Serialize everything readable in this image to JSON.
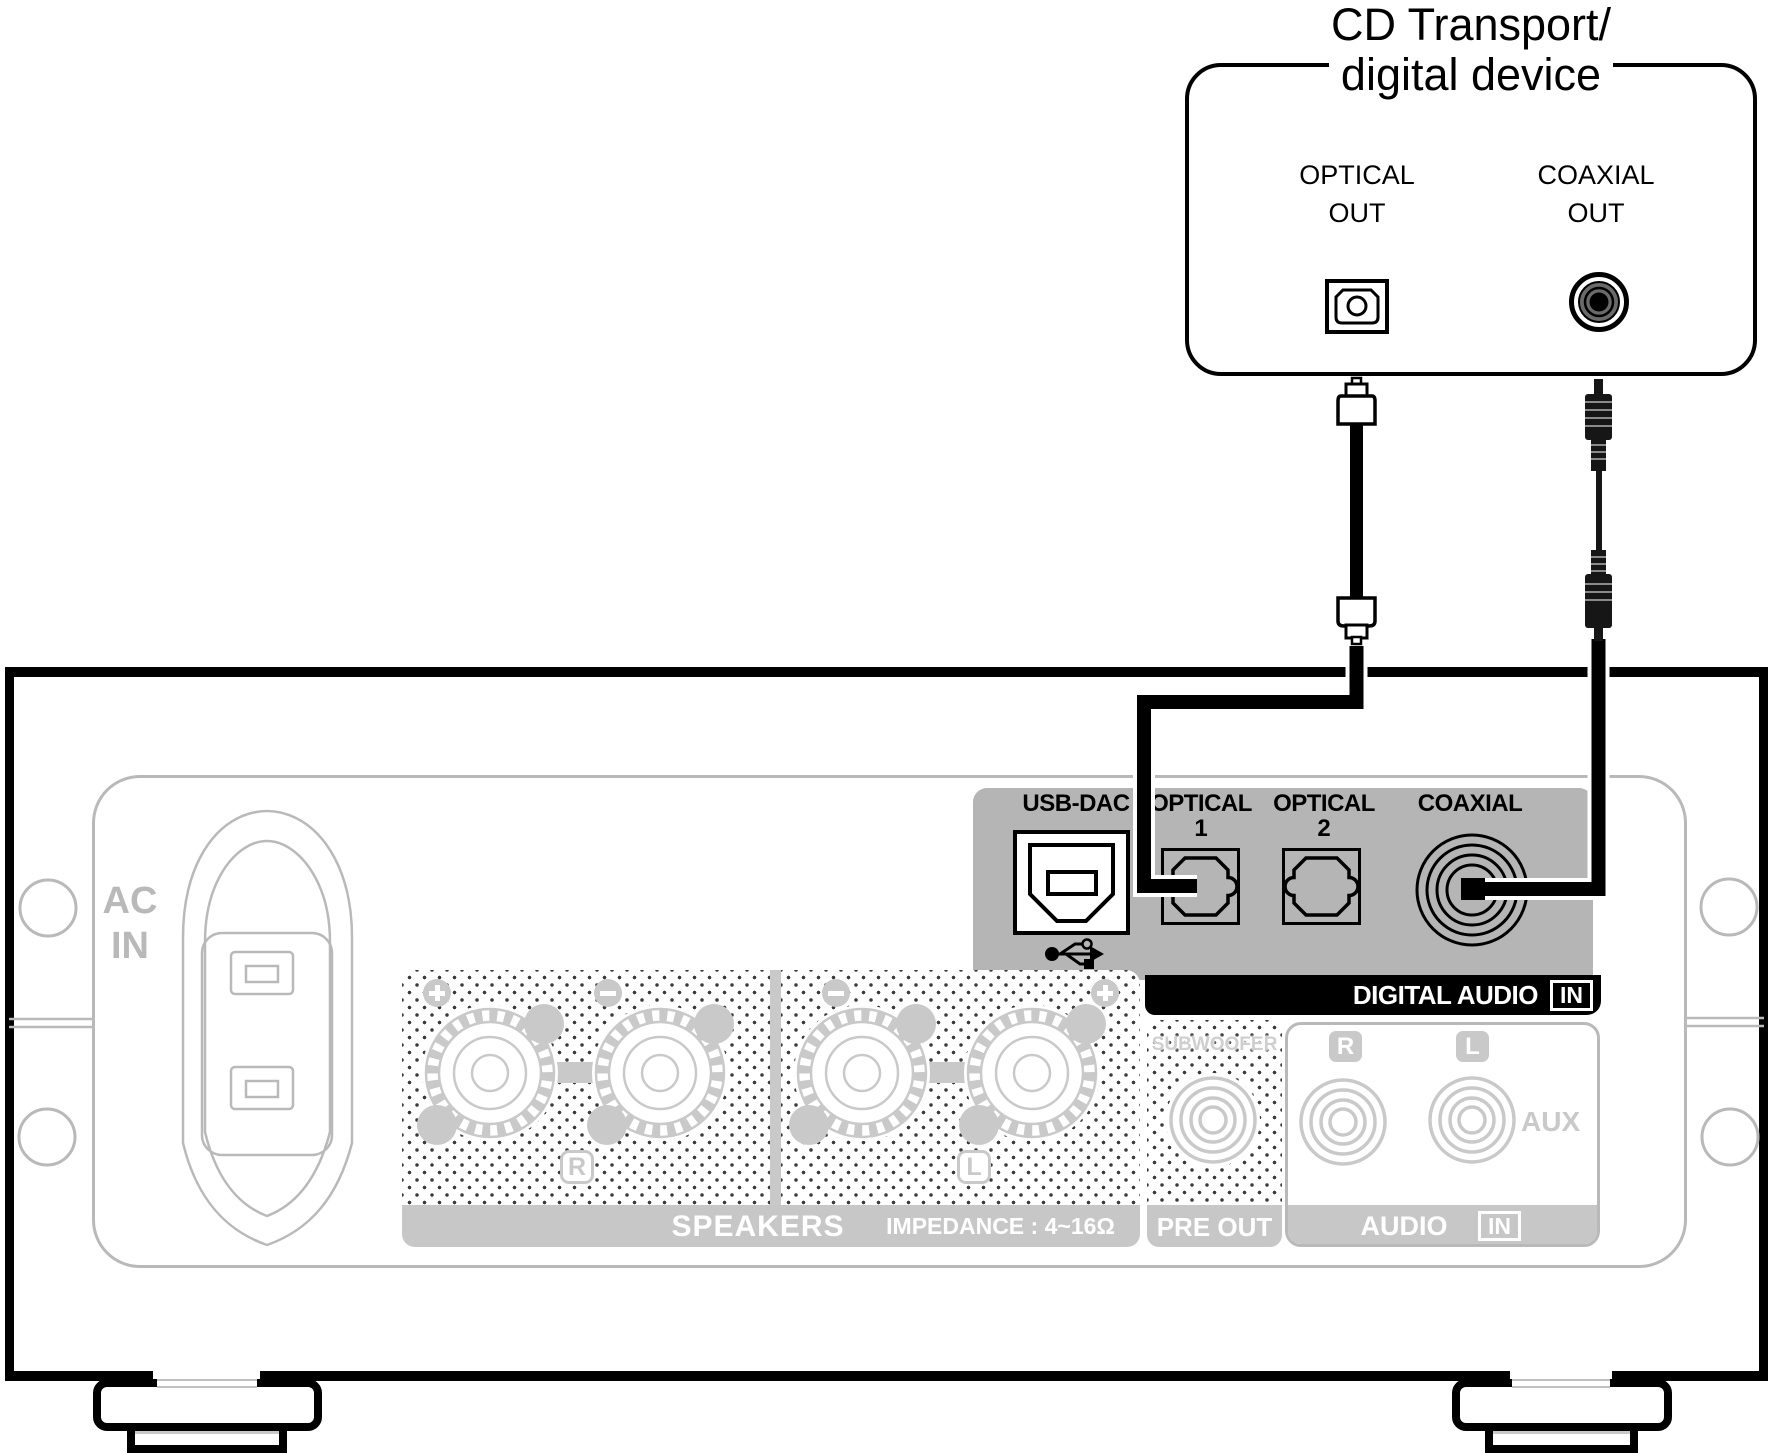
{
  "device_box": {
    "title_line1": "CD Transport/",
    "title_line2": "digital device",
    "optical_port": {
      "line1": "OPTICAL",
      "line2": "OUT"
    },
    "coaxial_port": {
      "line1": "COAXIAL",
      "line2": "OUT"
    }
  },
  "amplifier": {
    "ac_in_line1": "AC",
    "ac_in_line2": "IN",
    "digital_panel": {
      "usb_label": "USB-DAC",
      "optical1_label": "OPTICAL",
      "optical1_number": "1",
      "optical2_label": "OPTICAL",
      "optical2_number": "2",
      "coaxial_label": "COAXIAL",
      "banner_text": "DIGITAL AUDIO",
      "banner_in_badge": "IN"
    },
    "speakers": {
      "right_channel_badge": "R",
      "left_channel_badge": "L",
      "label": "SPEAKERS",
      "impedance_label": "IMPEDANCE : 4~16Ω"
    },
    "pre_out": {
      "subwoofer_label": "SUBWOOFER",
      "label": "PRE OUT"
    },
    "audio_in": {
      "right_badge": "R",
      "left_badge": "L",
      "aux_label": "AUX",
      "label": "AUDIO",
      "in_badge": "IN"
    }
  },
  "icons": {
    "optical_out": "toslink-square-icon",
    "coaxial_out": "rca-rings-icon",
    "usb": "usb-trident-icon"
  },
  "colors": {
    "black": "#000000",
    "panel_gray": "#b5b5b5",
    "strip_gray": "#c7c7c7",
    "outline_gray": "#b9b9b9",
    "drawing_gray": "#c9c9c9"
  }
}
